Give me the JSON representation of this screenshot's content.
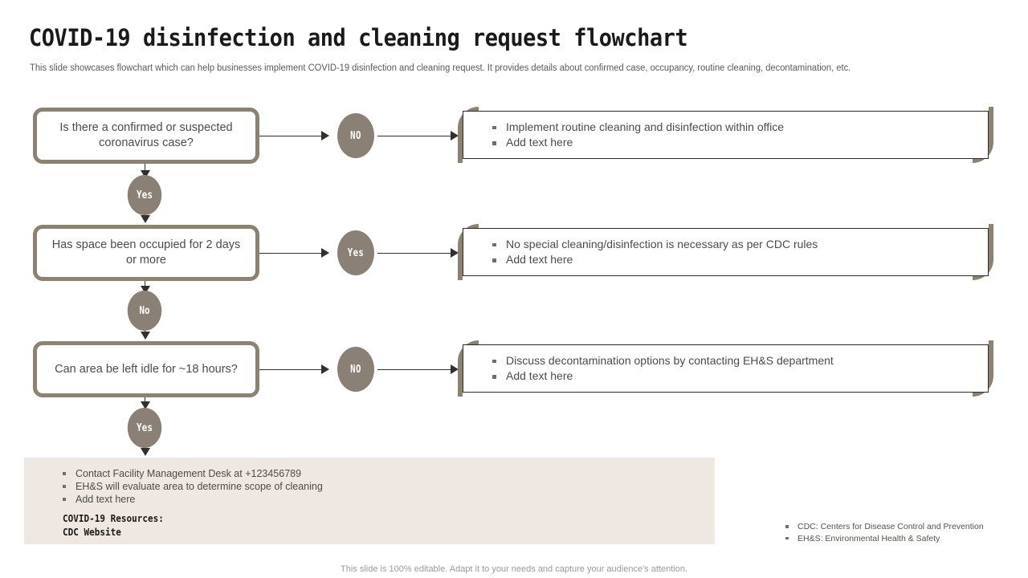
{
  "header": {
    "title": "COVID-19 disinfection and cleaning request flowchart",
    "subtitle": "This slide showcases flowchart which can help businesses implement COVID-19 disinfection and cleaning request. It provides details about confirmed case, occupancy, routine cleaning, decontamination, etc."
  },
  "theme": {
    "accent_border": "#8d816f",
    "badge_fill": "#8a8075",
    "panel_fill": "#efe8e2",
    "connector": "#33302c",
    "text": "#4b4b4b"
  },
  "flow": {
    "rows": [
      {
        "question": "Is there a confirmed or suspected coronavirus case?",
        "branch_label": "NO",
        "outcomes": [
          "Implement routine cleaning and disinfection within office",
          "Add text here"
        ]
      },
      {
        "question": "Has space been occupied for 2 days or more",
        "branch_label": "Yes",
        "outcomes": [
          "No special cleaning/disinfection is necessary as per CDC rules",
          "Add text here"
        ]
      },
      {
        "question": "Can area be left idle for ~18 hours?",
        "branch_label": "NO",
        "outcomes": [
          "Discuss decontamination options by contacting EH&S department",
          "Add text here"
        ]
      }
    ],
    "vertical_nodes": [
      {
        "label": "Yes"
      },
      {
        "label": "No"
      },
      {
        "label": "Yes"
      }
    ]
  },
  "summary": {
    "items": [
      "Contact Facility Management Desk at +123456789",
      "EH&S will evaluate  area to determine scope of cleaning",
      "Add text here"
    ],
    "resources_heading": "COVID-19 Resources:",
    "resources_link": "CDC Website"
  },
  "legend": {
    "items": [
      "CDC:  Centers for Disease Control and Prevention",
      "EH&S: Environmental Health & Safety"
    ]
  },
  "footer": {
    "note": "This slide is 100% editable. Adapt it to your needs and capture your audience's attention."
  }
}
